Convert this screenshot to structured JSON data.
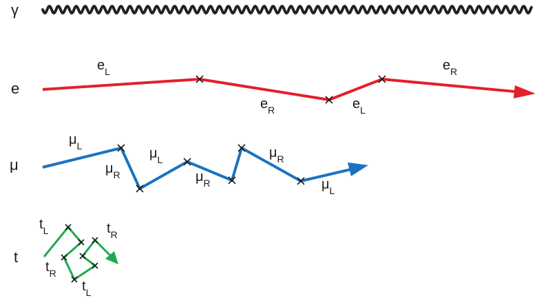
{
  "rows": {
    "photon": {
      "label": "γ",
      "color": "#222222"
    },
    "electron": {
      "label": "e",
      "color": "#e41f2b",
      "segments": [
        {
          "base": "e",
          "sub": "L"
        },
        {
          "base": "e",
          "sub": "R"
        },
        {
          "base": "e",
          "sub": "L"
        },
        {
          "base": "e",
          "sub": "R"
        }
      ]
    },
    "muon": {
      "label": "μ",
      "color": "#1a73c0",
      "segments": [
        {
          "base": "μ",
          "sub": "L"
        },
        {
          "base": "μ",
          "sub": "R"
        },
        {
          "base": "μ",
          "sub": "L"
        },
        {
          "base": "μ",
          "sub": "R"
        },
        {
          "base": "μ",
          "sub": "R"
        },
        {
          "base": "μ",
          "sub": "L"
        }
      ]
    },
    "top": {
      "label": "t",
      "color": "#1fa84f",
      "segments": [
        {
          "base": "t",
          "sub": "L"
        },
        {
          "base": "t",
          "sub": "R"
        },
        {
          "base": "t",
          "sub": "R"
        },
        {
          "base": "t",
          "sub": "L"
        }
      ]
    }
  }
}
